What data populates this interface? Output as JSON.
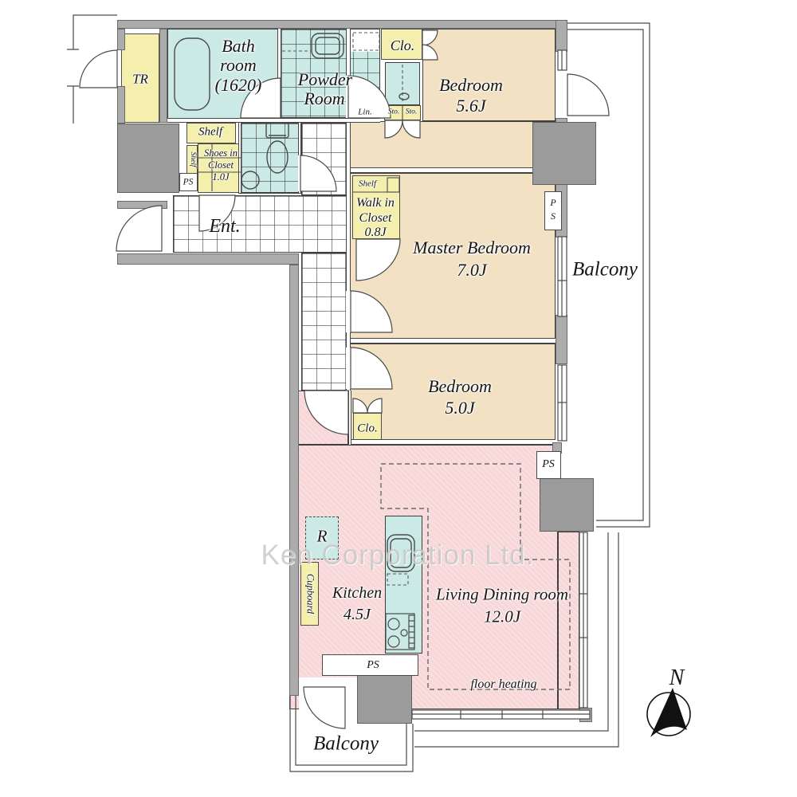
{
  "palette": {
    "wall": "#ACACAC",
    "pillar": "#9B9B9B",
    "room_beige": "#F2E1C2",
    "room_pink": "#F8D7D8",
    "room_cyan": "#CBEAE6",
    "closet_yellow": "#F4EFAD",
    "line": "#4A4A4A",
    "watermark": "#C9C9C9"
  },
  "watermark": "Ken Corporation Ltd.",
  "compass": {
    "north_label": "N"
  },
  "rooms": {
    "bathroom": {
      "name_line1": "Bath",
      "name_line2": "room",
      "name_line3": "(1620)"
    },
    "powder_room": {
      "name_line1": "Powder",
      "name_line2": "Room"
    },
    "bedroom_5_6": {
      "name": "Bedroom",
      "size": "5.6J"
    },
    "master_bedroom": {
      "name": "Master Bedroom",
      "size": "7.0J"
    },
    "bedroom_5_0": {
      "name": "Bedroom",
      "size": "5.0J"
    },
    "kitchen": {
      "name": "Kitchen",
      "size": "4.5J"
    },
    "living_dining": {
      "name": "Living Dining room",
      "size": "12.0J",
      "note": "floor heating"
    },
    "entrance": {
      "name": "Ent."
    },
    "walk_in_closet": {
      "shelf": "Shelf",
      "name_line1": "Walk in",
      "name_line2": "Closet",
      "size": "0.8J"
    },
    "shoes_closet": {
      "name_line1": "Shoes in",
      "name_line2": "Closet",
      "size": "1.0J"
    },
    "trunk_room": {
      "name": "TR"
    },
    "balcony_right": {
      "name": "Balcony"
    },
    "balcony_bottom": {
      "name": "Balcony"
    }
  },
  "storage": {
    "closet_top": "Clo.",
    "closet_bottom": "Clo.",
    "linen": "Lin.",
    "storage_a": "Sto.",
    "storage_b": "Sto.",
    "shelf_top": "Shelf",
    "shelf_side": "Shelf",
    "cupboard": "Cupboard",
    "refrigerator": "R"
  },
  "shafts": {
    "ps_entrance": "PS",
    "ps_right_line1": "P",
    "ps_right_line2": "S",
    "ps_living": "PS",
    "ps_kitchen": "PS"
  }
}
